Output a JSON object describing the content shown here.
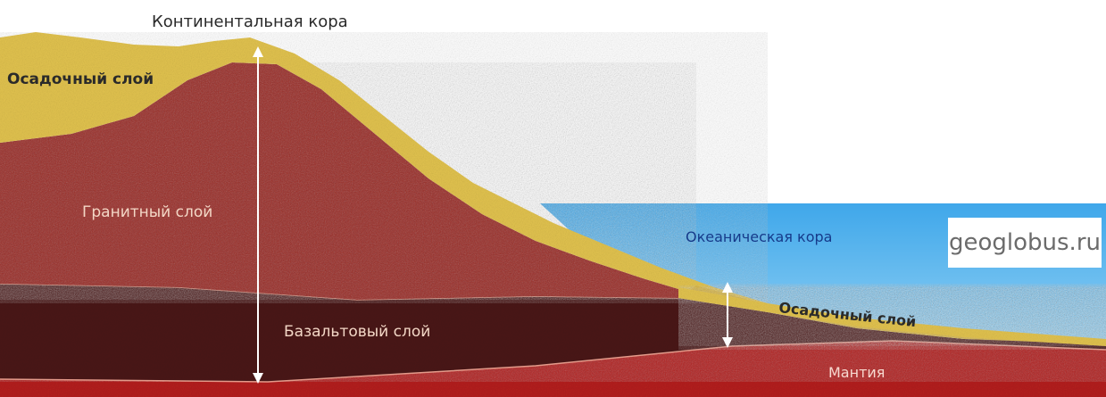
{
  "labels": {
    "continental_crust": "Континентальная кора",
    "sedimentary_upper": "Осадочный слой",
    "granite_layer": "Гранитный слой",
    "basalt_layer": "Базальтовый слой",
    "oceanic_crust": "Океаническая кора",
    "sedimentary_lower": "Осадочный слой",
    "mantle": "Мантия"
  },
  "watermark": "geoglobus.ru",
  "colors": {
    "sediment": "#e2c34f",
    "granite": "#9c2a25",
    "basalt": "#4a1616",
    "mantle": "#b4201e",
    "ocean": "#59b2ea",
    "arrow": "#ffffff"
  }
}
